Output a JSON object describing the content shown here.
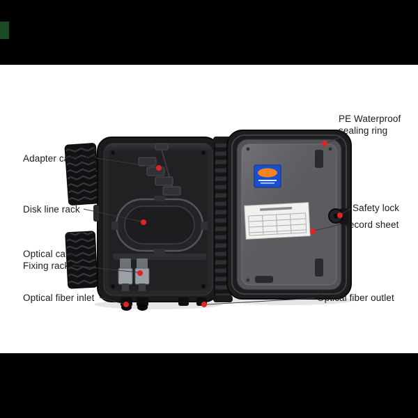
{
  "scene": {
    "background_color": "#ffffff",
    "letterbox_color": "#000000",
    "callout_dot_color": "#e02424",
    "leader_line_color": "#3a3a3a",
    "brand_label_blue": "#1c4fd0",
    "brand_label_orange": "#f5831f",
    "box_color": "#1d1d1f",
    "lid_panel_color": "#5b5b60",
    "record_sheet_color": "#f1f1ef"
  },
  "callouts": [
    {
      "id": "adapter-card-slot",
      "label": "Adapter card slot"
    },
    {
      "id": "disk-line-rack",
      "label": "Disk line rack"
    },
    {
      "id": "optical-cable-fixing-rack",
      "label": "Optical cable Fixing rack"
    },
    {
      "id": "optical-fiber-inlet",
      "label": "Optical fiber inlet"
    },
    {
      "id": "pe-waterproof-sealing-ring",
      "label": "PE Waterproof sealing ring"
    },
    {
      "id": "safety-lock",
      "label": "Safety lock"
    },
    {
      "id": "record-sheet",
      "label": "Record sheet"
    },
    {
      "id": "optical-fiber-outlet",
      "label": "Optical fiber outlet"
    }
  ]
}
